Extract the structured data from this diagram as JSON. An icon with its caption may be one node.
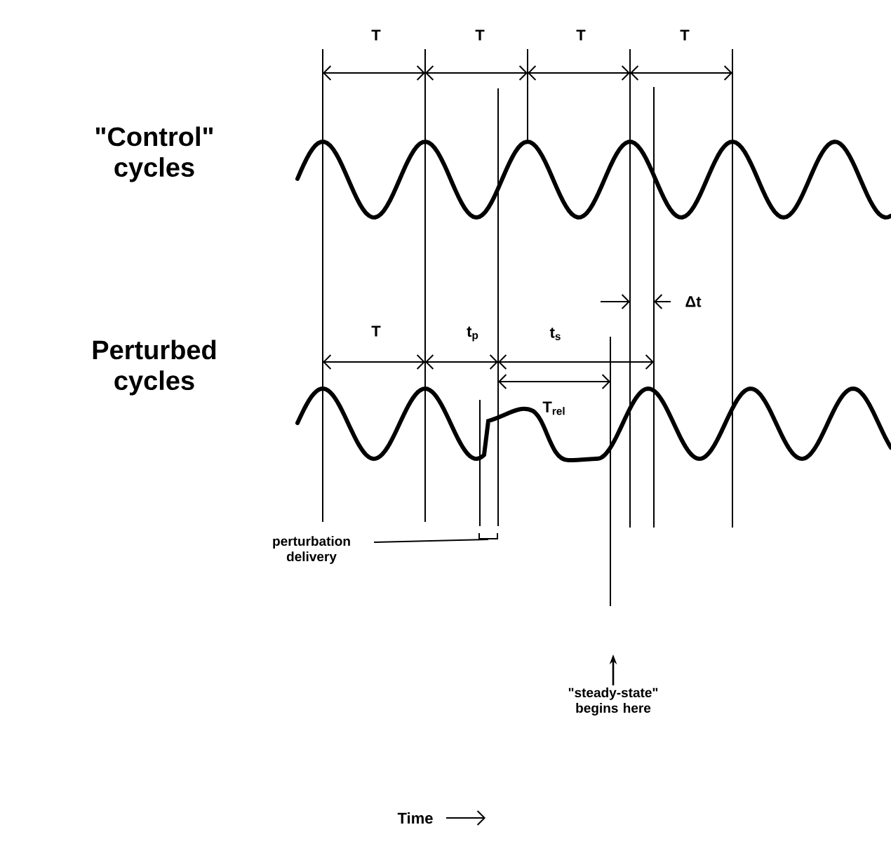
{
  "diagram": {
    "nodes": [
      {
        "text": [
          "perturbation delivery"
        ]
      },
      {
        "text": [],
        "shape": "bracket"
      },
      {
        "text": [
          "\"steady-state\" begins here"
        ]
      }
    ],
    "edges": [
      {
        "from": 0,
        "to": 1,
        "arrow": "none"
      },
      {
        "from": 2,
        "to": null,
        "arrow": "to"
      }
    ],
    "labels": [
      "T",
      "T",
      "T",
      "T",
      "\"Control\" cycles",
      "T",
      "t$_{p}$",
      "t$_{s}$",
      "Δt",
      "Perturbed cycles",
      "T$_{rel}$",
      "Time"
    ]
  }
}
